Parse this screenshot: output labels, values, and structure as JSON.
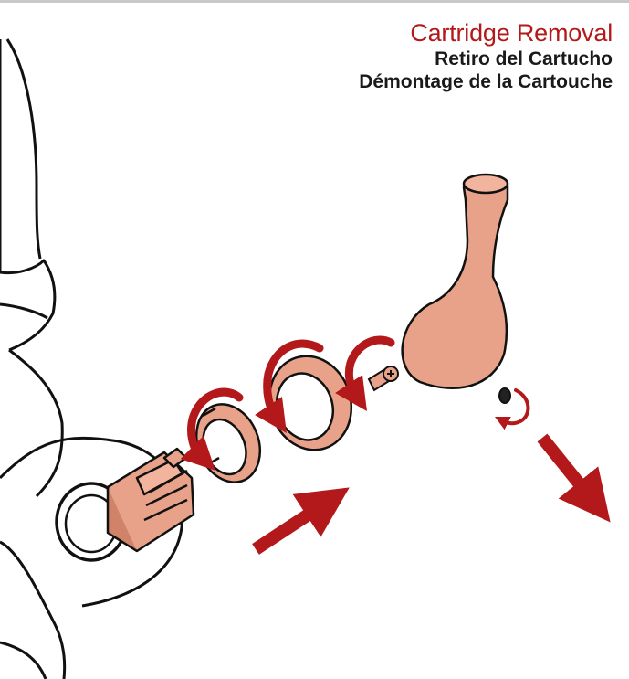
{
  "titles": {
    "english": "Cartridge Removal",
    "spanish": "Retiro del Cartucho",
    "french": "Démontage de la Cartouche"
  },
  "colors": {
    "accent": "#b3191a",
    "arrow": "#b3191a",
    "part_fill": "#e8a28a",
    "part_shade": "#d1836a",
    "outline": "#111111"
  },
  "icons": [
    "faucet-body-outline",
    "cartridge-part",
    "bonnet-nut-part",
    "escutcheon-ring-part",
    "handle-screw-part",
    "lever-handle-part",
    "set-screw-part",
    "rotate-counterclockwise-arrow",
    "direction-arrow"
  ]
}
